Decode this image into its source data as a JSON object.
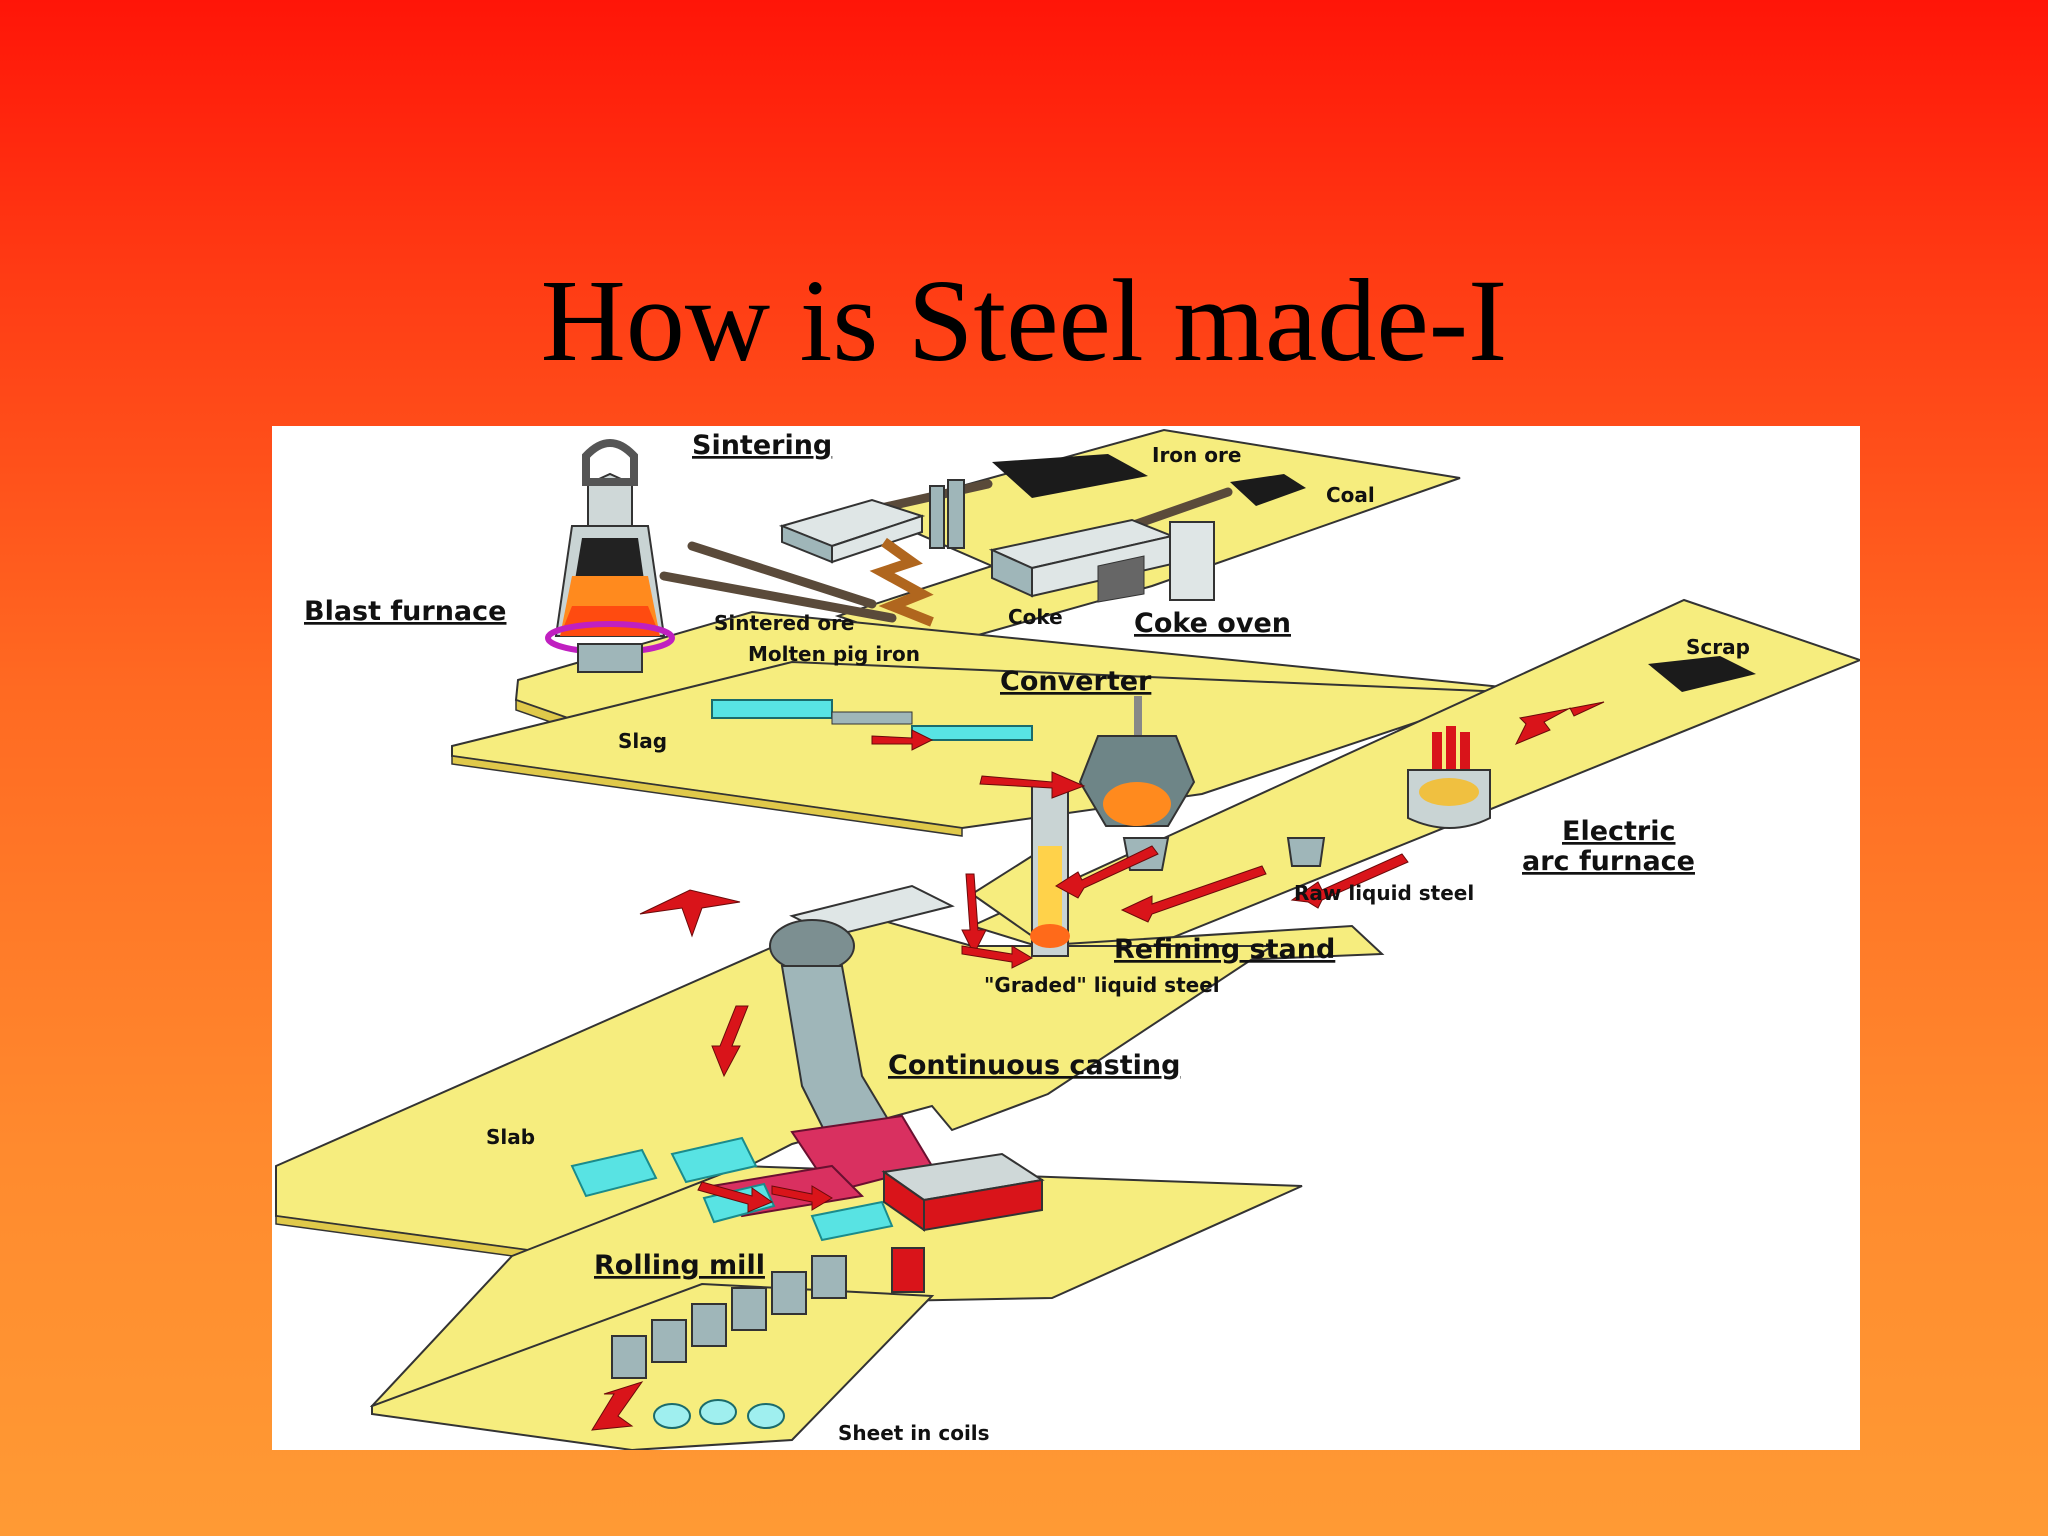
{
  "slide": {
    "title": "How is Steel made-I"
  },
  "diagram": {
    "labels": {
      "sintering": "Sintering",
      "iron_ore": "Iron ore",
      "coal": "Coal",
      "blast_furnace": "Blast furnace",
      "sintered_ore": "Sintered ore",
      "coke": "Coke",
      "coke_oven": "Coke oven",
      "molten_pig_iron": "Molten pig iron",
      "converter": "Converter",
      "scrap": "Scrap",
      "slag": "Slag",
      "electric_arc_furnace_line1": "Electric",
      "electric_arc_furnace_line2": "arc furnace",
      "raw_liquid_steel": "Raw liquid steel",
      "refining_stand": "Refining stand",
      "graded_liquid_steel": "\"Graded\" liquid steel",
      "continuous_casting": "Continuous casting",
      "slab": "Slab",
      "rolling_mill": "Rolling mill",
      "sheet_in_coils": "Sheet in coils"
    },
    "colors": {
      "platform": "#f6ed7e",
      "flow_arrow": "#d9141a",
      "molten_metal": "#ff8a1e",
      "slab": "#58e3e3"
    }
  }
}
